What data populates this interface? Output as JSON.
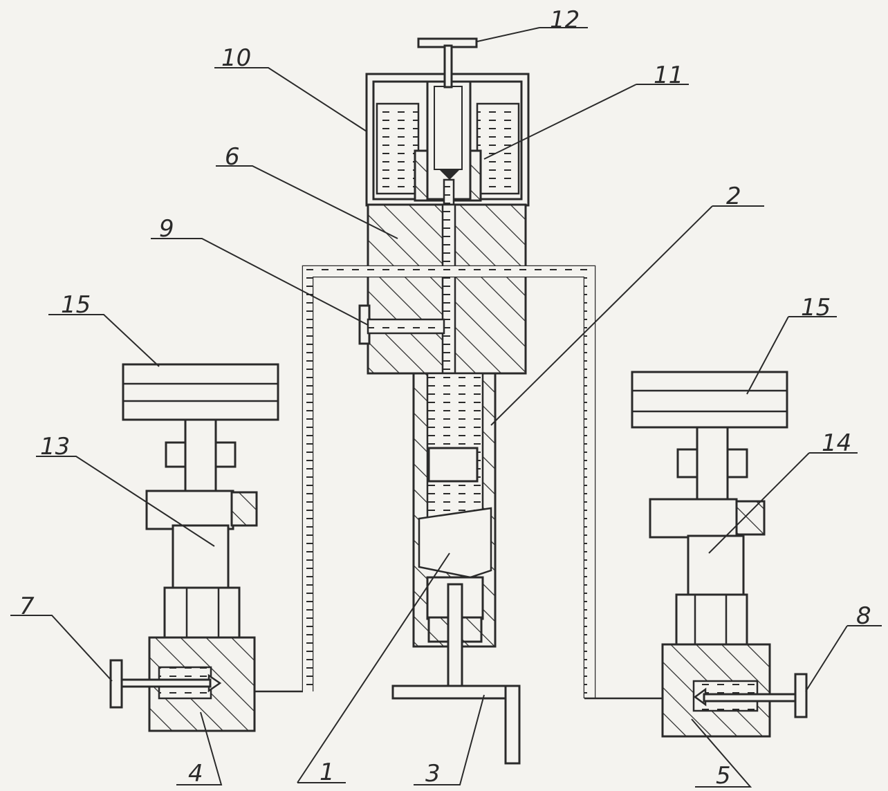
{
  "labels": {
    "l1": "1",
    "l2": "2",
    "l3": "3",
    "l4": "4",
    "l5": "5",
    "l6": "6",
    "l7": "7",
    "l8": "8",
    "l9": "9",
    "l10": "10",
    "l11": "11",
    "l12": "12",
    "l13": "13",
    "l14": "14",
    "l15_left": "15",
    "l15_right": "15"
  }
}
